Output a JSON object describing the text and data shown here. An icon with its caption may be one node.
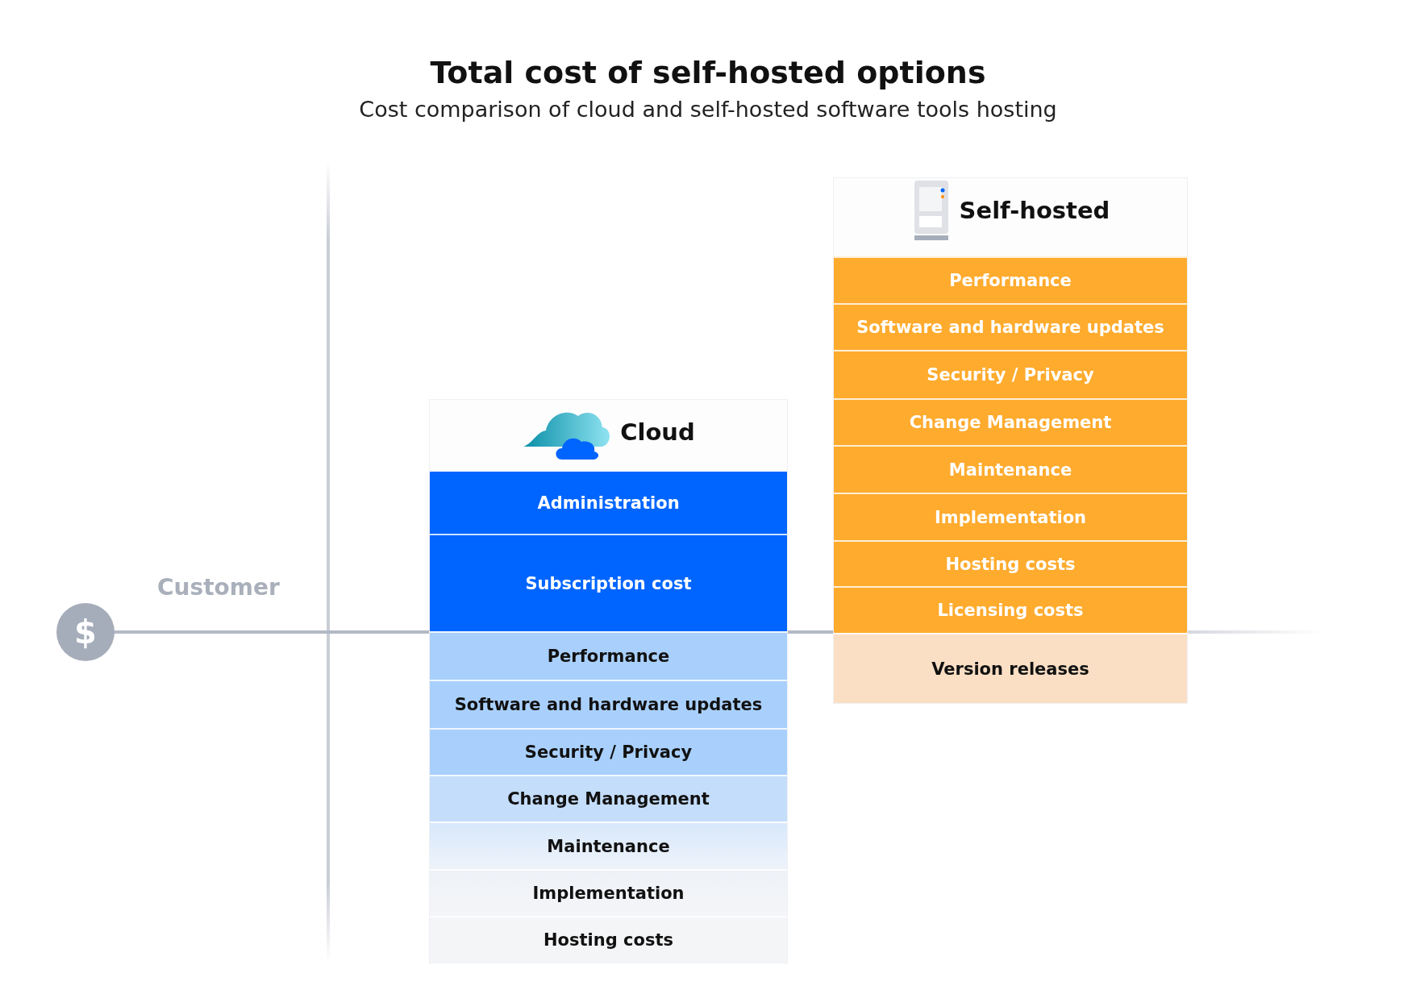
{
  "diagram": {
    "title": "Total cost of self-hosted options",
    "nodes": [
      {
        "text": [
          "Cloud"
        ]
      },
      {
        "text": [
          "Administration"
        ],
        "in": 0
      },
      {
        "text": [
          "Subscription cost"
        ],
        "in": 0
      },
      {
        "text": [
          "Performance"
        ],
        "in": 0
      },
      {
        "text": [
          "Software and hardware updates"
        ],
        "in": 0
      },
      {
        "text": [
          "Security / Privacy"
        ],
        "in": 0
      },
      {
        "text": [
          "Change Management"
        ],
        "in": 0
      },
      {
        "text": [
          "Maintenance"
        ],
        "in": 0
      },
      {
        "text": [
          "Implementation"
        ],
        "in": 0
      },
      {
        "text": [
          "Hosting costs"
        ],
        "in": 0
      },
      {
        "text": [
          "Self-hosted"
        ]
      },
      {
        "text": [
          "Performance"
        ],
        "in": 10
      },
      {
        "text": [
          "Software and hardware updates"
        ],
        "in": 10
      },
      {
        "text": [
          "Security / Privacy"
        ],
        "in": 10
      },
      {
        "text": [
          "Change Management"
        ],
        "in": 10
      },
      {
        "text": [
          "Maintenance"
        ],
        "in": 10
      },
      {
        "text": [
          "Implementation"
        ],
        "in": 10
      },
      {
        "text": [
          "Hosting costs"
        ],
        "in": 10
      },
      {
        "text": [
          "Licensing costs"
        ],
        "in": 10
      },
      {
        "text": [
          "Version releases"
        ],
        "in": 10
      },
      {
        "text": [
          "$"
        ]
      }
    ],
    "labels": [
      "Cost comparison of cloud and self-hosted software tools hosting",
      "Customer"
    ]
  }
}
